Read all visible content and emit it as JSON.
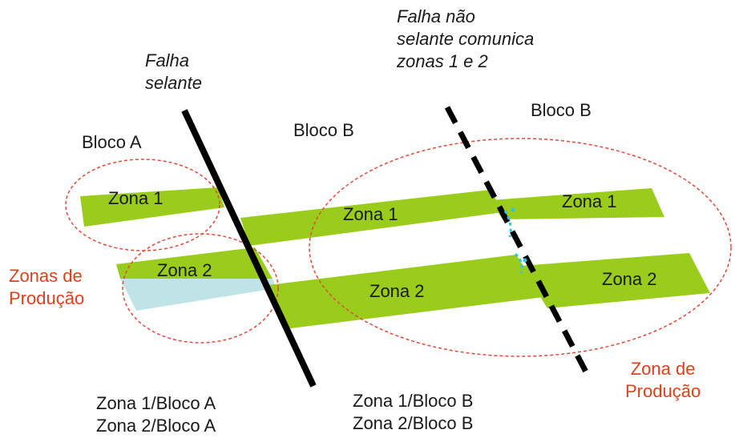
{
  "colors": {
    "zone_fill": "#9acc1c",
    "reservoir_water": "#bfe3e6",
    "fault_color": "#000000",
    "production_ring": "#e04a3a",
    "leak_arrows": "#2ec4ec",
    "accent_text": "#e0401c"
  },
  "labels": {
    "sealing_fault_line1": "Falha",
    "sealing_fault_line2": "selante",
    "nonsealing_fault_line1": "Falha não",
    "nonsealing_fault_line2": "selante comunica",
    "nonsealing_fault_line3": "zonas 1 e 2",
    "block_a": "Bloco A",
    "block_b_middle": "Bloco B",
    "block_b_right": "Bloco B",
    "zone1_a": "Zona 1",
    "zone2_a": "Zona 2",
    "zone1_b_mid": "Zona 1",
    "zone2_b_mid": "Zona 2",
    "zone1_b_right": "Zona 1",
    "zone2_b_right": "Zona 2",
    "production_zones_line1": "Zonas de",
    "production_zones_line2": "Produção",
    "production_zone_line1": "Zona de",
    "production_zone_line2": "Produção",
    "legend_a_line1": "Zona 1/Bloco A",
    "legend_a_line2": "Zona 2/Bloco A",
    "legend_b_line1": "Zona 1/Bloco B",
    "legend_b_line2": "Zona 2/Bloco B"
  }
}
